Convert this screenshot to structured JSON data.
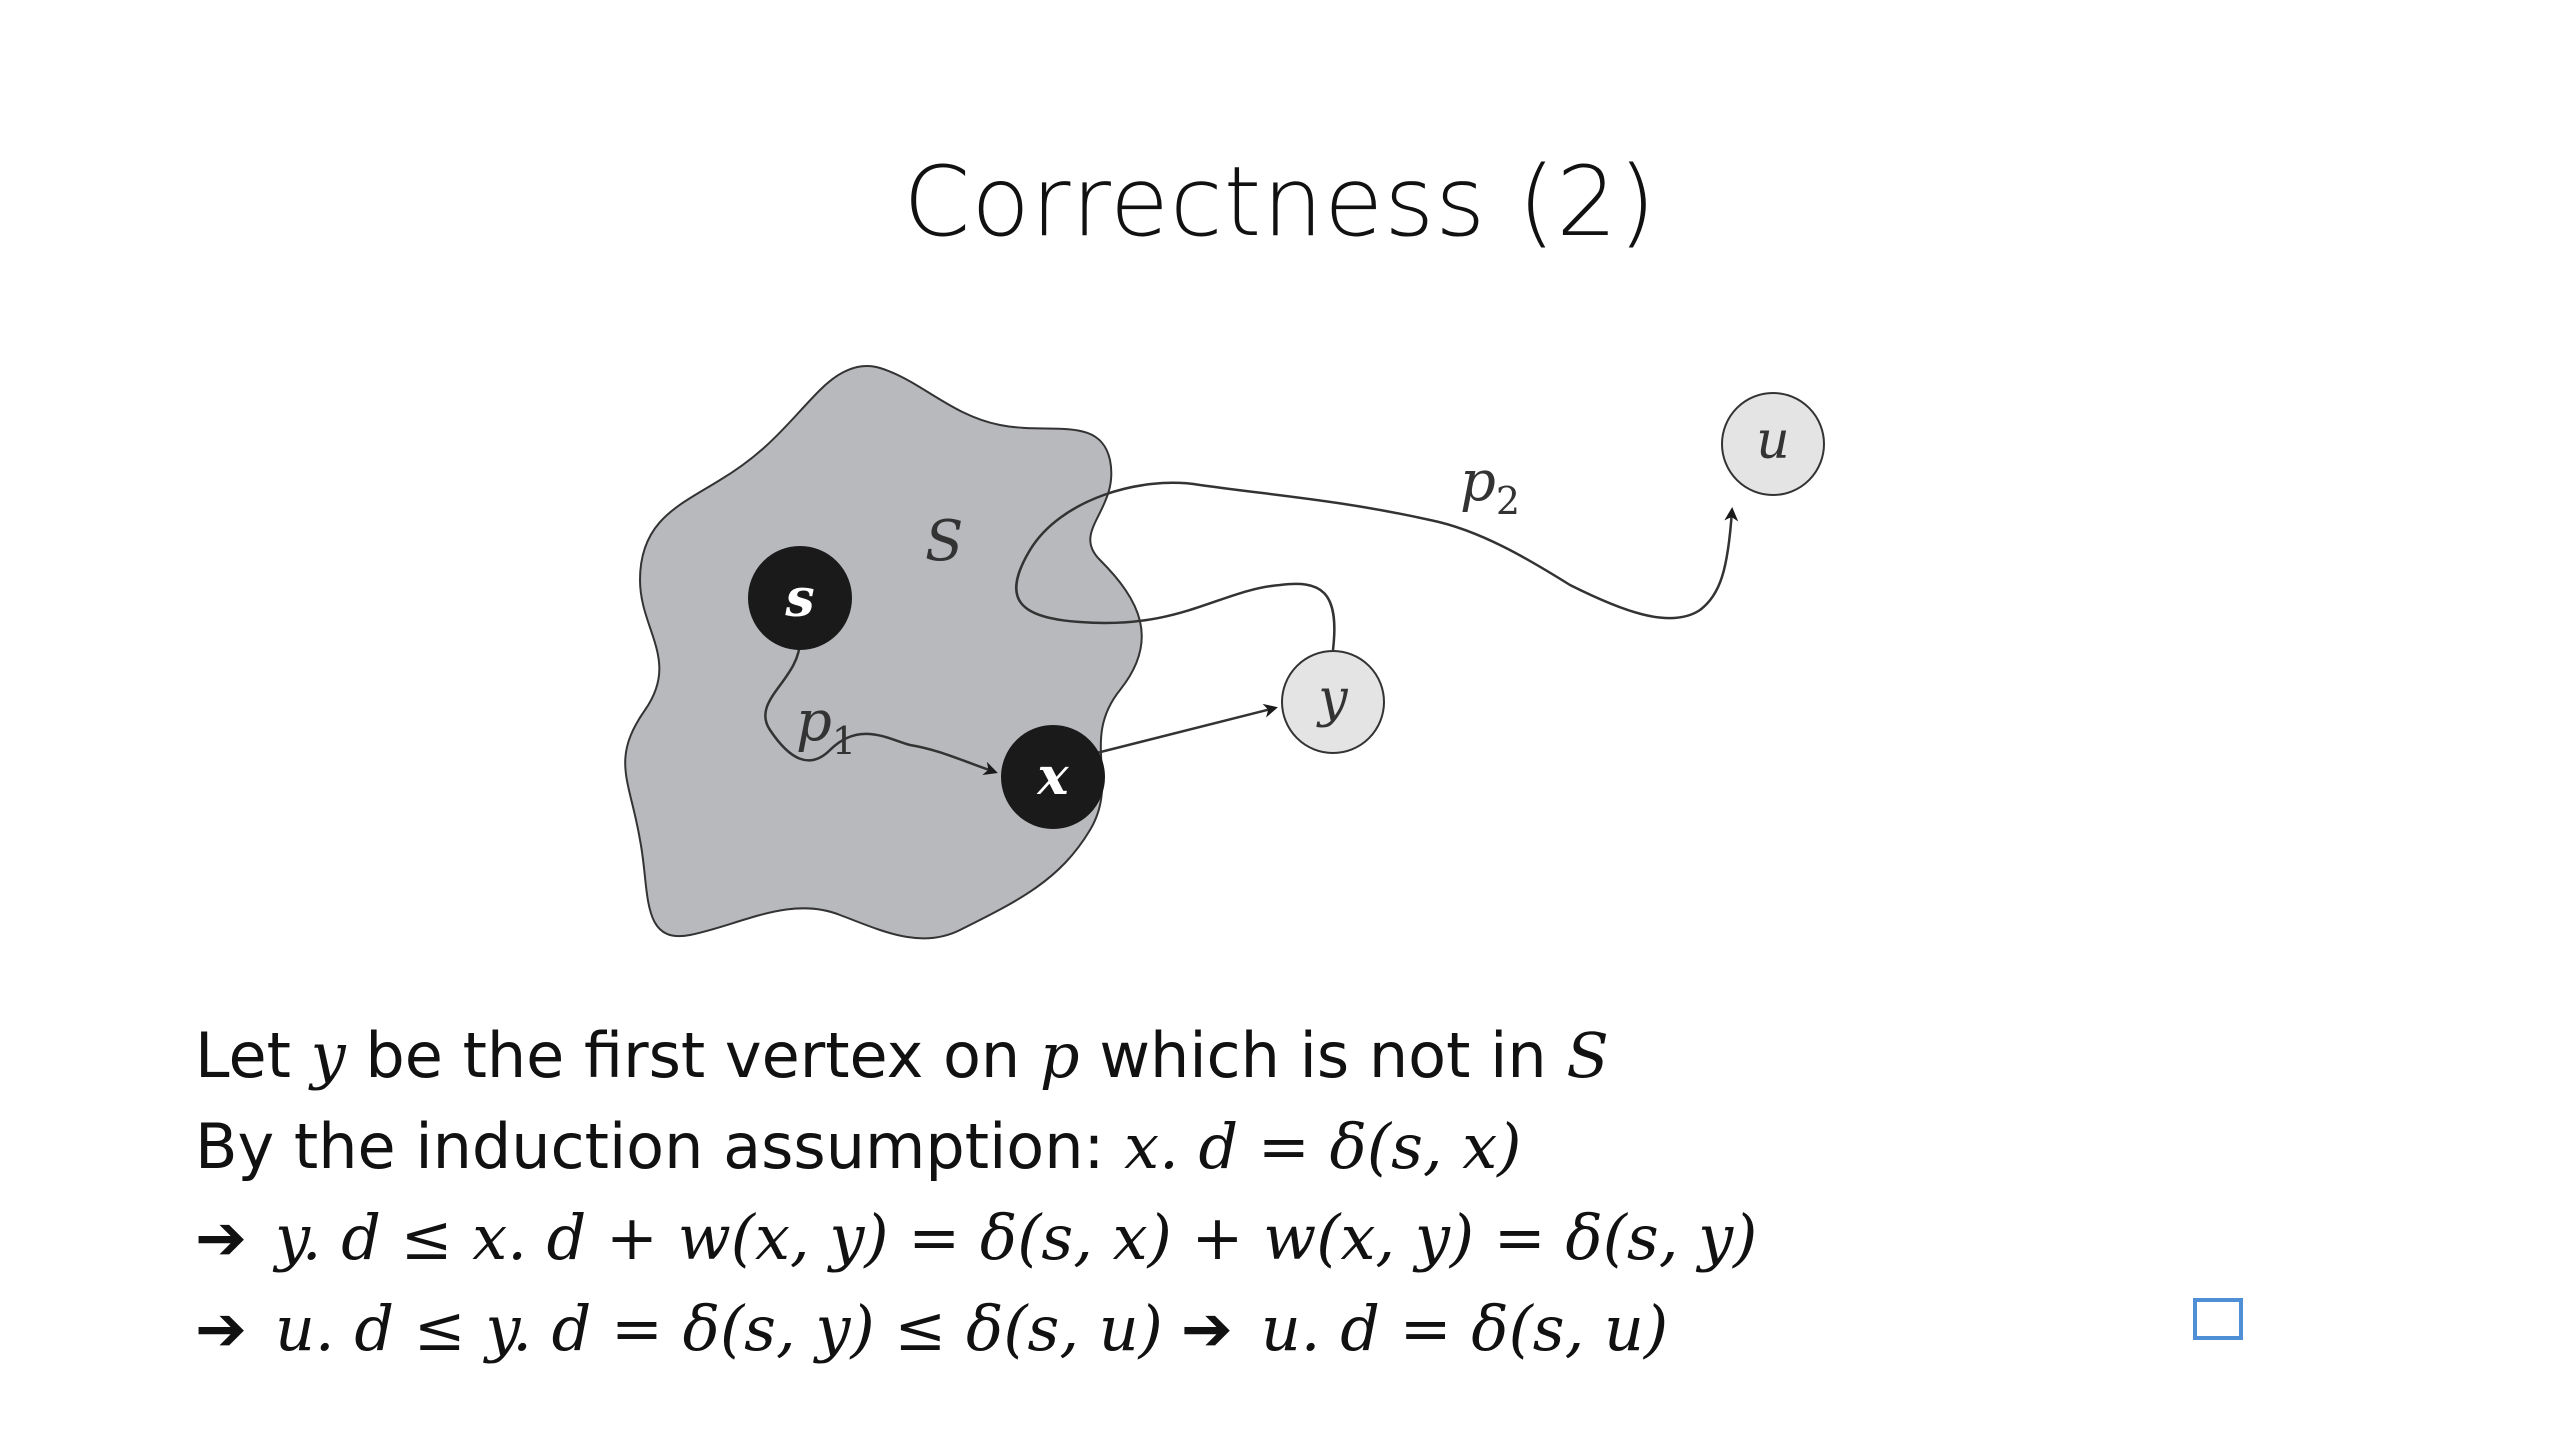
{
  "slide": {
    "title": "Correctness (2)"
  },
  "figure": {
    "set_label": "S",
    "nodes": {
      "s": "s",
      "x": "x",
      "y": "y",
      "u": "u"
    },
    "paths": {
      "p1": {
        "base": "p",
        "sub": "1"
      },
      "p2": {
        "base": "p",
        "sub": "2"
      }
    },
    "colors": {
      "set_fill": "#b8b9bc",
      "black_node": "#1a1a1a",
      "gray_node": "#e4e4e4",
      "stroke": "#333333"
    }
  },
  "text": {
    "line1": {
      "a": "Let ",
      "b": "y",
      "c": " be the first vertex on ",
      "d": "p",
      "e": " which is not in ",
      "f": "S"
    },
    "line2": {
      "a": "By the induction assumption: ",
      "b": "x. d = δ(s, x)"
    },
    "line3": {
      "arrow": "➔",
      "math": "y. d ≤ x. d + w(x, y) = δ(s, x) + w(x, y) = δ(s, y)"
    },
    "line4": {
      "arrow": "➔",
      "math1": "u. d ≤ y. d = δ(s, y) ≤ δ(s, u)",
      "arrow2": "➔",
      "math2": "u. d = δ(s, u)"
    }
  },
  "qed_color": "#4f8fd6"
}
